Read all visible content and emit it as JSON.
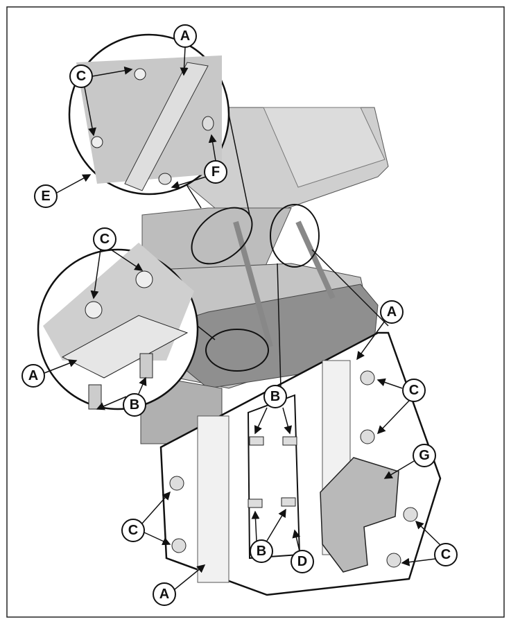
{
  "callouts": [
    {
      "letter": "A"
    },
    {
      "letter": "C"
    },
    {
      "letter": "E"
    },
    {
      "letter": "F"
    },
    {
      "letter": "C"
    },
    {
      "letter": "A"
    },
    {
      "letter": "B"
    },
    {
      "letter": "A"
    },
    {
      "letter": "C"
    },
    {
      "letter": "B"
    },
    {
      "letter": "G"
    },
    {
      "letter": "C"
    },
    {
      "letter": "B"
    },
    {
      "letter": "D"
    },
    {
      "letter": "C"
    },
    {
      "letter": "A"
    }
  ],
  "colors": {
    "housing": "#b5b5b5",
    "lid": "#c9c9c9",
    "bracket": "#a8a8a8",
    "outline": "#1a1a1a"
  }
}
